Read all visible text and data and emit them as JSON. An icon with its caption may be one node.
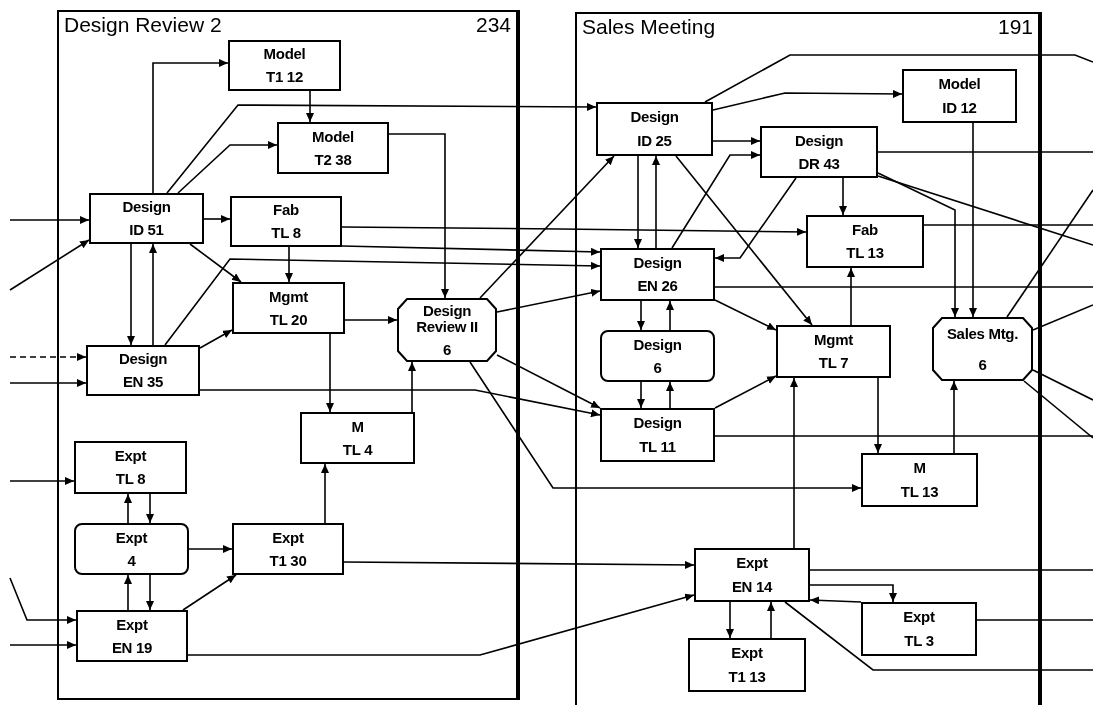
{
  "diagram": {
    "nodes": [
      {
        "text": [
          "Design Review 2",
          "234"
        ]
      },
      {
        "text": [
          "Model",
          "T1 12"
        ],
        "in": 0
      },
      {
        "text": [
          "Model",
          "T2 38"
        ],
        "in": 0
      },
      {
        "text": [
          "Design",
          "ID 51"
        ],
        "in": 0
      },
      {
        "text": [
          "Fab",
          "TL 8"
        ],
        "in": 0
      },
      {
        "text": [
          "Mgmt",
          "TL 20"
        ],
        "in": 0
      },
      {
        "text": [
          "Design Review II",
          "6"
        ],
        "in": 0
      },
      {
        "text": [
          "Design",
          "EN 35"
        ],
        "in": 0
      },
      {
        "text": [
          "M",
          "TL 4"
        ],
        "in": 0
      },
      {
        "text": [
          "Expt",
          "TL 8"
        ],
        "in": 0
      },
      {
        "text": [
          "Expt",
          "4"
        ],
        "in": 0
      },
      {
        "text": [
          "Expt",
          "T1 30"
        ],
        "in": 0
      },
      {
        "text": [
          "Expt",
          "EN 19"
        ],
        "in": 0
      },
      {
        "text": [
          "Sales Meeting",
          "191"
        ]
      },
      {
        "text": [
          "Design",
          "ID 25"
        ],
        "in": 13
      },
      {
        "text": [
          "Model",
          "ID 12"
        ],
        "in": 13
      },
      {
        "text": [
          "Design",
          "DR 43"
        ],
        "in": 13
      },
      {
        "text": [
          "Fab",
          "TL 13"
        ],
        "in": 13
      },
      {
        "text": [
          "Design",
          "EN 26"
        ],
        "in": 13
      },
      {
        "text": [
          "Design",
          "6"
        ],
        "in": 13
      },
      {
        "text": [
          "Mgmt",
          "TL 7"
        ],
        "in": 13
      },
      {
        "text": [
          "Sales Mtg.",
          "6"
        ],
        "in": 13
      },
      {
        "text": [
          "Design",
          "TL 11"
        ],
        "in": 13
      },
      {
        "text": [
          "M",
          "TL 13"
        ],
        "in": 13
      },
      {
        "text": [
          "Expt",
          "EN 14"
        ],
        "in": 13
      },
      {
        "text": [
          "Expt",
          "TL 3"
        ],
        "in": 13
      },
      {
        "text": [
          "Expt",
          "T1 13"
        ],
        "in": 13
      }
    ],
    "edges": [
      {
        "from": null,
        "to": 3,
        "arrow": "to"
      },
      {
        "from": null,
        "to": 3,
        "arrow": "to"
      },
      {
        "from": null,
        "to": 7,
        "arrow": "to",
        "style": "dashed"
      },
      {
        "from": null,
        "to": 7,
        "arrow": "to"
      },
      {
        "from": null,
        "to": 9,
        "arrow": "to"
      },
      {
        "from": null,
        "to": 12,
        "arrow": "to"
      },
      {
        "from": null,
        "to": 12,
        "arrow": "to"
      },
      {
        "from": 3,
        "to": 1,
        "arrow": "to"
      },
      {
        "from": 3,
        "to": 14,
        "arrow": "to"
      },
      {
        "from": 3,
        "to": 2,
        "arrow": "to"
      },
      {
        "from": 3,
        "to": 4,
        "arrow": "to"
      },
      {
        "from": 1,
        "to": 2,
        "arrow": "to"
      },
      {
        "from": 2,
        "to": 6,
        "arrow": "to"
      },
      {
        "from": 4,
        "to": 5,
        "arrow": "to"
      },
      {
        "from": 4,
        "to": 17,
        "arrow": "to"
      },
      {
        "from": 4,
        "to": 18,
        "arrow": "to"
      },
      {
        "from": 3,
        "to": 5,
        "arrow": "to"
      },
      {
        "from": 3,
        "to": 7,
        "arrow": "to"
      },
      {
        "from": 7,
        "to": 3,
        "arrow": "to"
      },
      {
        "from": 7,
        "to": 5,
        "arrow": "to"
      },
      {
        "from": 7,
        "to": 18,
        "arrow": "to"
      },
      {
        "from": 7,
        "to": 22,
        "arrow": "to"
      },
      {
        "from": 5,
        "to": 6,
        "arrow": "to"
      },
      {
        "from": 5,
        "to": 8,
        "arrow": "to"
      },
      {
        "from": 8,
        "to": 6,
        "arrow": "to"
      },
      {
        "from": 6,
        "to": 14,
        "arrow": "to"
      },
      {
        "from": 6,
        "to": 18,
        "arrow": "to"
      },
      {
        "from": 6,
        "to": 22,
        "arrow": "to"
      },
      {
        "from": 6,
        "to": 23,
        "arrow": "to"
      },
      {
        "from": 11,
        "to": 8,
        "arrow": "to"
      },
      {
        "from": 10,
        "to": 11,
        "arrow": "to"
      },
      {
        "from": 9,
        "to": 10,
        "arrow": "to"
      },
      {
        "from": 10,
        "to": 9,
        "arrow": "to"
      },
      {
        "from": 10,
        "to": 12,
        "arrow": "to"
      },
      {
        "from": 12,
        "to": 10,
        "arrow": "to"
      },
      {
        "from": 12,
        "to": 11,
        "arrow": "to"
      },
      {
        "from": 11,
        "to": 24,
        "arrow": "to"
      },
      {
        "from": 12,
        "to": 24,
        "arrow": "to"
      },
      {
        "from": 14,
        "to": 15,
        "arrow": "to"
      },
      {
        "from": 14,
        "to": null,
        "arrow": "none"
      },
      {
        "from": 14,
        "to": 16,
        "arrow": "to"
      },
      {
        "from": 18,
        "to": 16,
        "arrow": "to"
      },
      {
        "from": 14,
        "to": 18,
        "arrow": "to"
      },
      {
        "from": 18,
        "to": 14,
        "arrow": "to"
      },
      {
        "from": 14,
        "to": 20,
        "arrow": "to"
      },
      {
        "from": 16,
        "to": 18,
        "arrow": "to"
      },
      {
        "from": 16,
        "to": 17,
        "arrow": "to"
      },
      {
        "from": 16,
        "to": null,
        "arrow": "none"
      },
      {
        "from": 16,
        "to": 21,
        "arrow": "to"
      },
      {
        "from": 16,
        "to": null,
        "arrow": "none"
      },
      {
        "from": 15,
        "to": 21,
        "arrow": "to"
      },
      {
        "from": 17,
        "to": null,
        "arrow": "none"
      },
      {
        "from": 18,
        "to": null,
        "arrow": "none"
      },
      {
        "from": 18,
        "to": 19,
        "arrow": "to"
      },
      {
        "from": 19,
        "to": 18,
        "arrow": "to"
      },
      {
        "from": 18,
        "to": 20,
        "arrow": "to"
      },
      {
        "from": 19,
        "to": 22,
        "arrow": "to"
      },
      {
        "from": 22,
        "to": 19,
        "arrow": "to"
      },
      {
        "from": 22,
        "to": 20,
        "arrow": "to"
      },
      {
        "from": 20,
        "to": 17,
        "arrow": "to"
      },
      {
        "from": 20,
        "to": 23,
        "arrow": "to"
      },
      {
        "from": 23,
        "to": 21,
        "arrow": "to"
      },
      {
        "from": 24,
        "to": 20,
        "arrow": "to"
      },
      {
        "from": 22,
        "to": null,
        "arrow": "none"
      },
      {
        "from": 21,
        "to": null,
        "arrow": "none"
      },
      {
        "from": 21,
        "to": null,
        "arrow": "none"
      },
      {
        "from": 21,
        "to": null,
        "arrow": "none"
      },
      {
        "from": 21,
        "to": null,
        "arrow": "none"
      },
      {
        "from": 24,
        "to": null,
        "arrow": "none"
      },
      {
        "from": 24,
        "to": 25,
        "arrow": "to"
      },
      {
        "from": 25,
        "to": 24,
        "arrow": "to"
      },
      {
        "from": 24,
        "to": 26,
        "arrow": "to"
      },
      {
        "from": 26,
        "to": 24,
        "arrow": "to"
      },
      {
        "from": 24,
        "to": null,
        "arrow": "none"
      },
      {
        "from": 25,
        "to": null,
        "arrow": "none"
      }
    ]
  }
}
